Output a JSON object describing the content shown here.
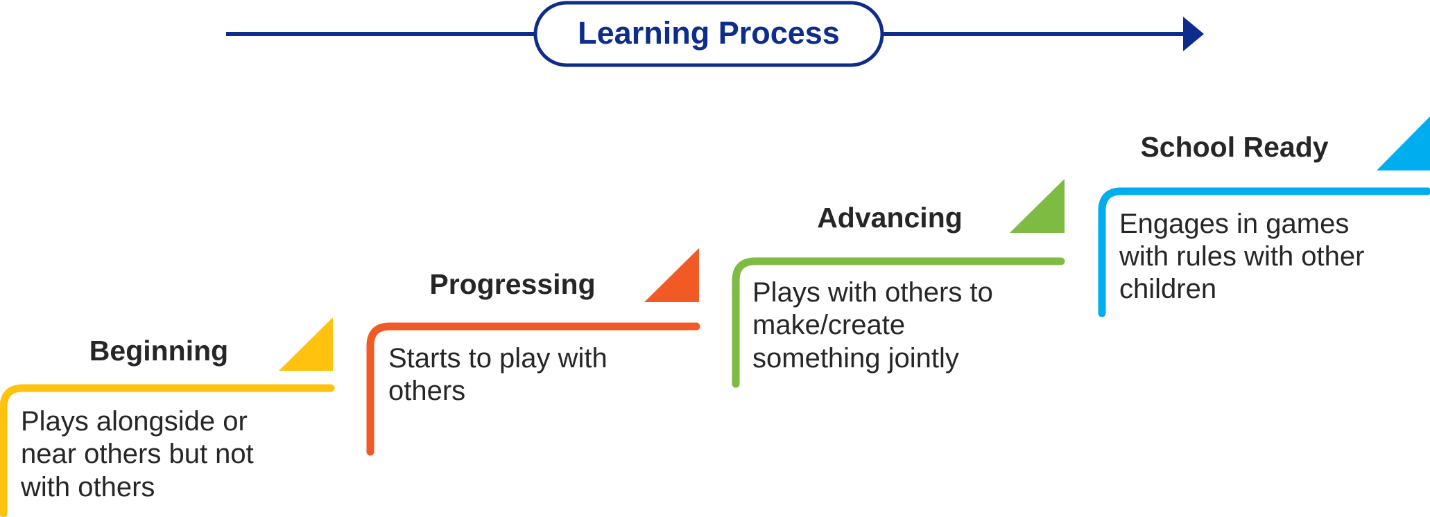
{
  "header": {
    "title": "Learning Process",
    "color": "#0D2C8C"
  },
  "stages": [
    {
      "title": "Beginning",
      "description": [
        "Plays alongside or",
        "near others but not",
        "with others"
      ],
      "color": "#FFC20E"
    },
    {
      "title": "Progressing",
      "description": [
        "Starts to play with",
        "others"
      ],
      "color": "#F15A24"
    },
    {
      "title": "Advancing",
      "description": [
        "Plays with others to",
        "make/create",
        "something jointly"
      ],
      "color": "#7DBB42"
    },
    {
      "title": "School Ready",
      "description": [
        "Engages in games",
        "with rules with other",
        "children"
      ],
      "color": "#00AEEF"
    }
  ]
}
